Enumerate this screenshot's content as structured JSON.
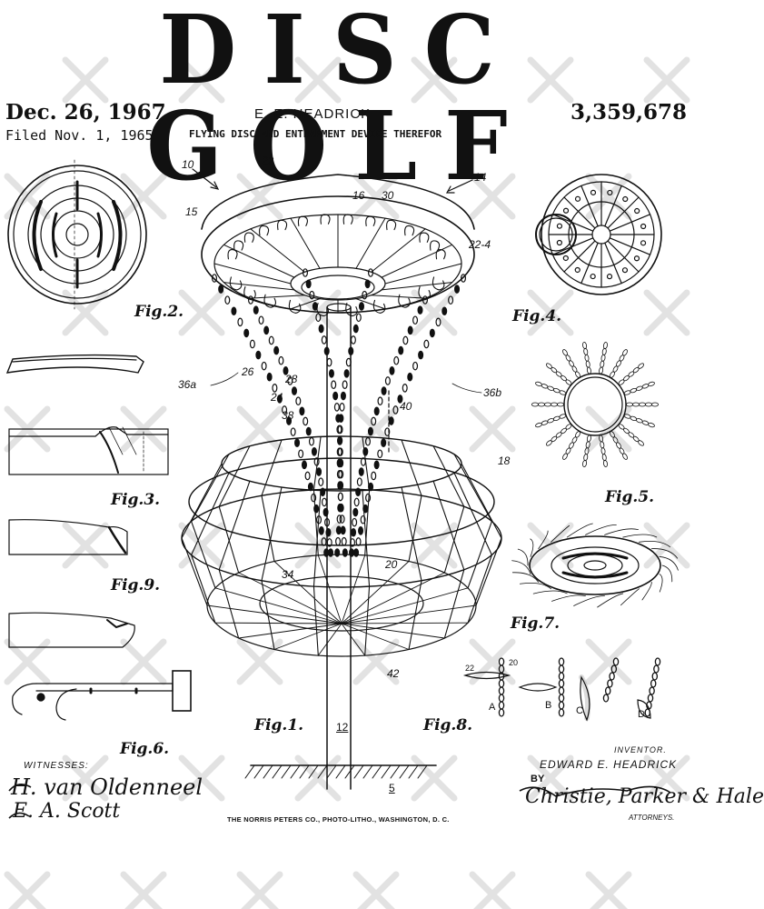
{
  "header": {
    "title": "DISC GOLF",
    "date": "Dec. 26, 1967",
    "filed": "Filed Nov. 1, 1965",
    "inventor": "E. E. HEADRICK",
    "patent_title": "FLYING DISC AND ENTRAPMENT DEVICE THEREFOR",
    "patent_number": "3,359,678"
  },
  "figures": {
    "fig1": "Fig.1.",
    "fig2": "Fig.2.",
    "fig3": "Fig.3.",
    "fig4": "Fig.4.",
    "fig5": "Fig.5.",
    "fig6": "Fig.6.",
    "fig7": "Fig.7.",
    "fig8": "Fig.8.",
    "fig9": "Fig.9."
  },
  "callouts": {
    "c10": "10",
    "c22": "22",
    "c14": "14",
    "c15": "15",
    "c16": "16",
    "c30": "30",
    "c22_4": "22-4",
    "c26": "26",
    "c28": "28",
    "c24": "24",
    "c36a": "36a",
    "c36b": "36b",
    "c38": "38",
    "c40": "40",
    "c18": "18",
    "c34": "34",
    "c20": "20",
    "c42": "42",
    "c12": "12",
    "c5": "5"
  },
  "fig8_labels": {
    "a": "A",
    "b": "B",
    "c": "C",
    "d": "D",
    "n20": "20",
    "n22": "22"
  },
  "footer": {
    "printer": "THE NORRIS PETERS CO., PHOTO-LITHO., WASHINGTON, D. C.",
    "witnesses_label": "WITNESSES:",
    "witness1": "H. van Oldenneel",
    "witness2": "E. A. Scott",
    "inventor_label": "INVENTOR.",
    "inventor_name": "EDWARD E. HEADRICK",
    "by": "BY",
    "attorney_signature": "Christie, Parker & Hale",
    "attorneys_label": "ATTORNEYS."
  },
  "colors": {
    "ink": "#111111",
    "watermark": "#e2e2e2",
    "paper": "#ffffff"
  },
  "icons": [
    "watermark-cross-icon"
  ]
}
